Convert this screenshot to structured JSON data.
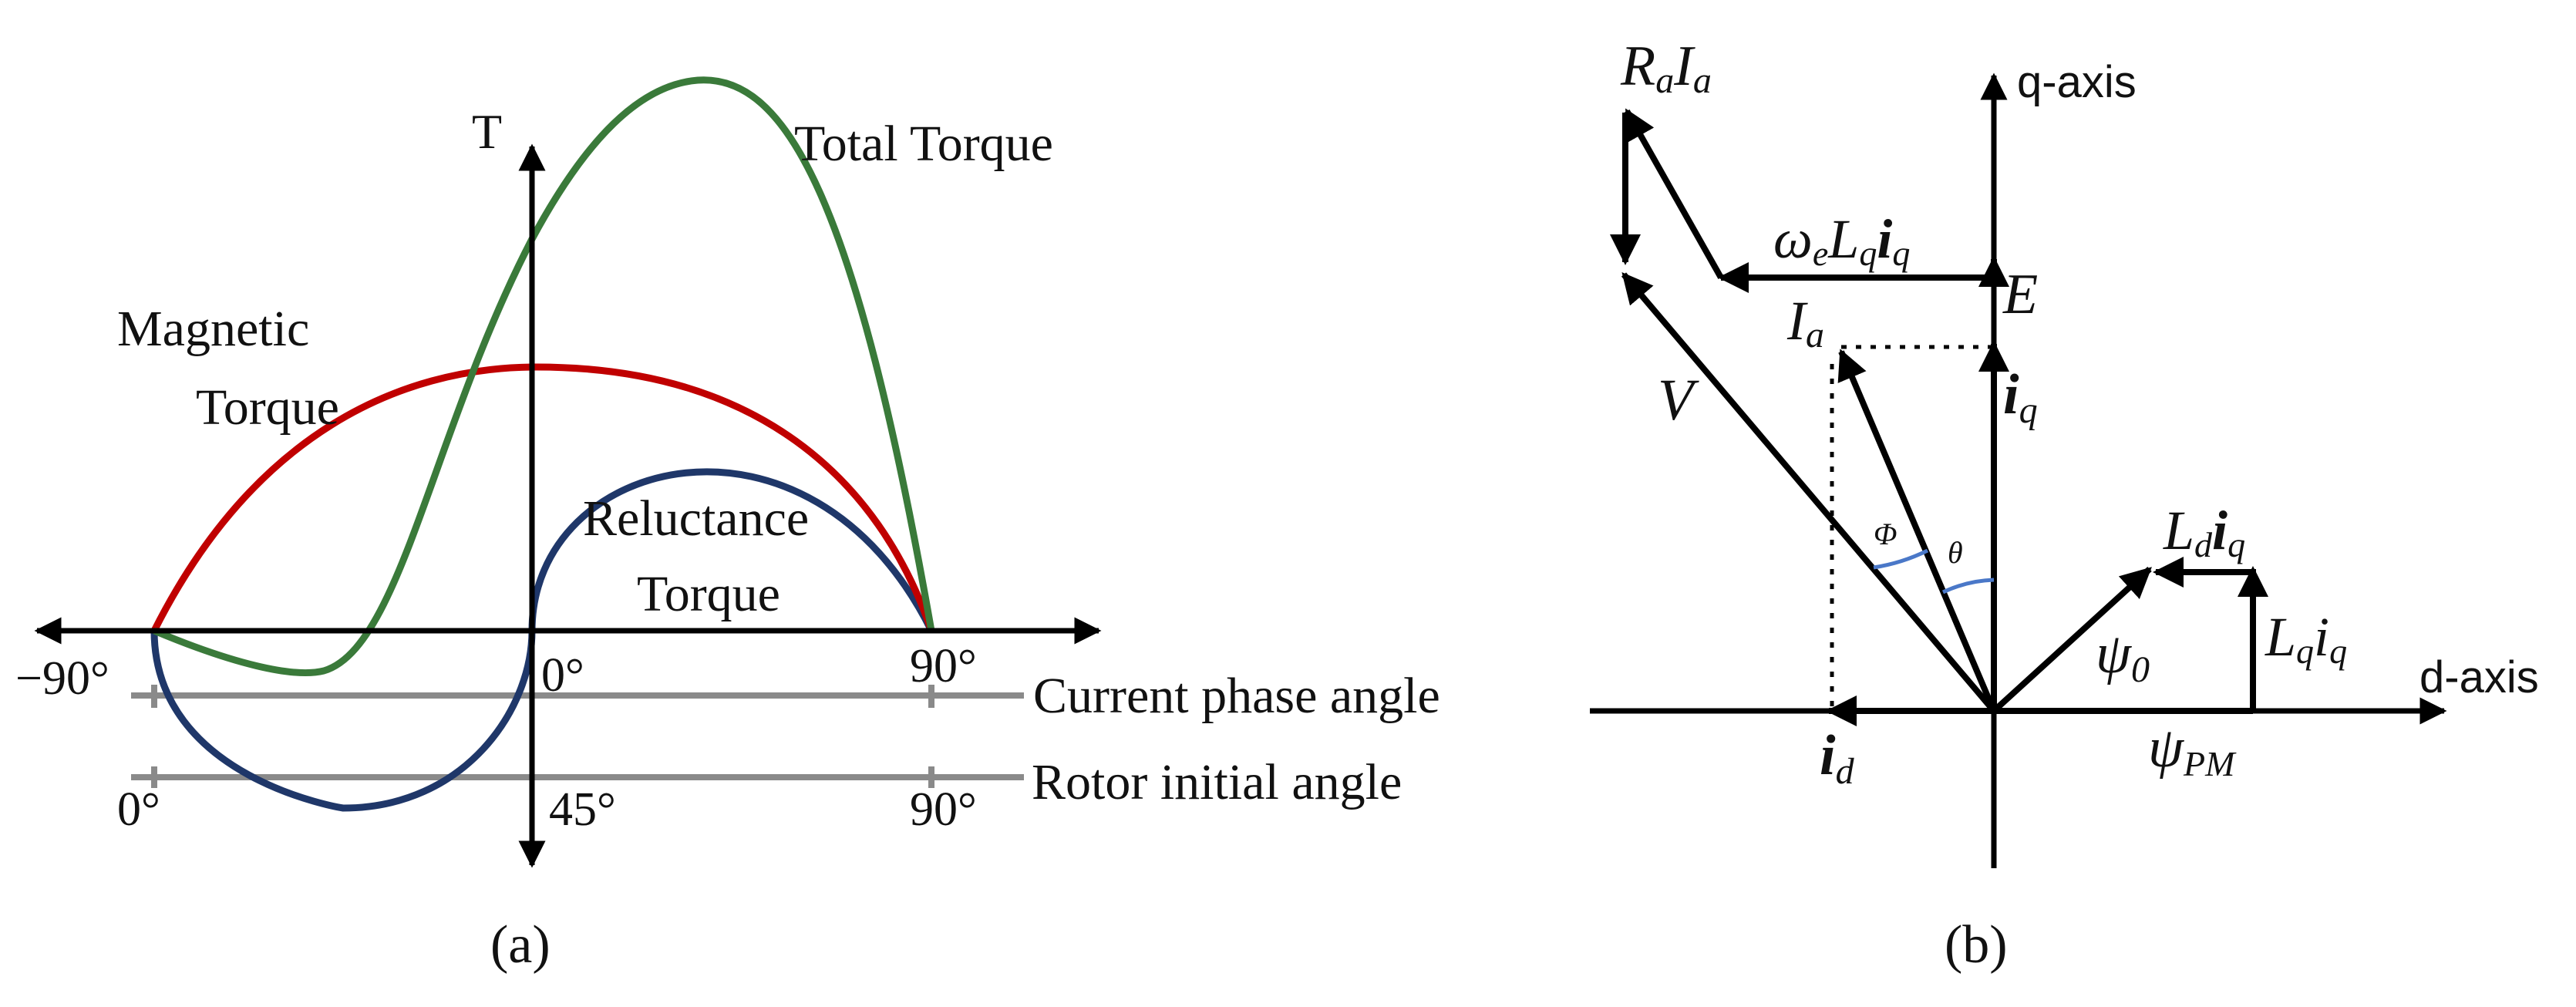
{
  "panel_a": {
    "caption": "(a)",
    "axis_label_t": "T",
    "curve_labels": {
      "total": "Total Torque",
      "magnetic_line1": "Magnetic",
      "magnetic_line2": "Torque",
      "reluctance_line1": "Reluctance",
      "reluctance_line2": "Torque"
    },
    "current_axis": {
      "label": "Current phase angle",
      "tick_left": "−90°",
      "tick_mid": "0°",
      "tick_right": "90°"
    },
    "rotor_axis": {
      "label": "Rotor initial angle",
      "tick_left": "0°",
      "tick_mid": "45°",
      "tick_right": "90°"
    },
    "colors": {
      "total": "#3a7a3a",
      "magnetic": "#c00000",
      "reluctance": "#1f3769"
    }
  },
  "panel_b": {
    "caption": "(b)",
    "q_axis": "q-axis",
    "d_axis": "d-axis",
    "vectors": {
      "RaIa": {
        "main": "R",
        "sub": "a",
        "main2": "I",
        "sub2": "a"
      },
      "weLqiq": {
        "omega": "ω",
        "sub_e": "e",
        "L": "L",
        "sub_q": "q",
        "i": "i",
        "sub_q2": "q"
      },
      "E": "E",
      "Ia": {
        "main": "I",
        "sub": "a"
      },
      "V": "V",
      "iq": {
        "main": "i",
        "sub": "q"
      },
      "id": {
        "main": "i",
        "sub": "d"
      },
      "phi": "Φ",
      "theta": "θ",
      "Ldiq": {
        "L": "L",
        "sub_d": "d",
        "i": "i",
        "sub_q": "q"
      },
      "Lqiq": {
        "L": "L",
        "sub_q": "q",
        "i": "i",
        "sub_q2": "q"
      },
      "psi0": {
        "main": "ψ",
        "sub": "0"
      },
      "psiPM": {
        "main": "ψ",
        "sub": "PM"
      }
    },
    "arc_color": "#4a78c8"
  }
}
